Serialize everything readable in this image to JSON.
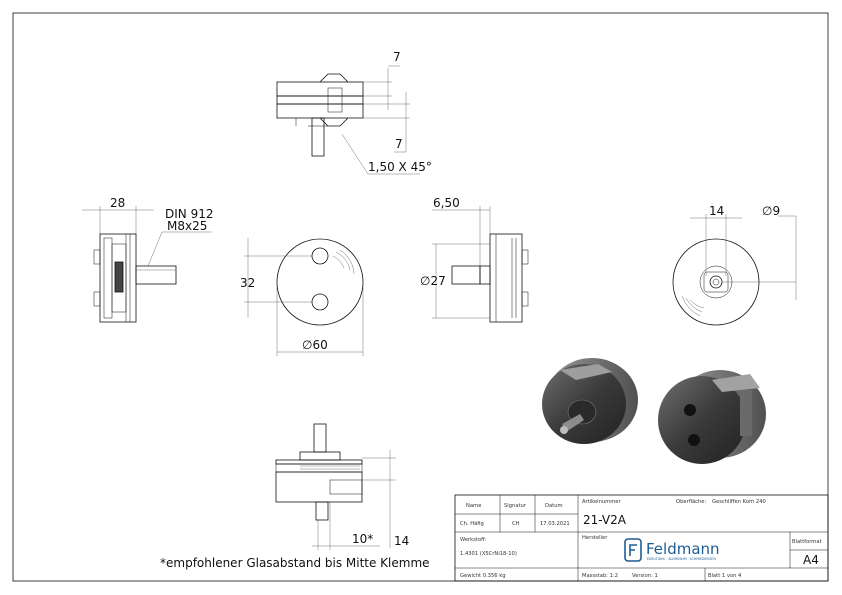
{
  "dimensions": {
    "top_view_height_a": "7",
    "top_view_height_b": "7",
    "chamfer": "1,50 X 45°",
    "side_width": "28",
    "screw_line1": "DIN 912",
    "screw_line2": "M8x25",
    "hole_spacing": "32",
    "outer_diameter": "∅60",
    "thread_offset": "6,50",
    "pin_diameter": "∅27",
    "dim_14_back": "14",
    "bore_diameter": "∅9",
    "glass_gap": "10*",
    "clamp_height": "14"
  },
  "footnote": "*empfohlener Glasabstand bis Mitte Klemme",
  "title_block": {
    "name_label": "Name",
    "signature_label": "Signatur",
    "date_label": "Datum",
    "name_value": "Ch. Häfig",
    "signature_value": "CH",
    "date_value": "17.03.2021",
    "article_label": "Artikelnummer",
    "article_value": "21-V2A",
    "surface_label": "Oberfläche:",
    "surface_value": "Geschliffen Korn 240",
    "material_label": "Werkstoff:",
    "material_value": "1.4301 (X5CrNi18-10)",
    "manufacturer_label": "Hersteller",
    "manufacturer_logo": "Feldmann",
    "manufacturer_tagline": "EDELSTAHL · ALUMINIUM · SCHMIEDEEISEN",
    "format_label": "Blattformat",
    "format_value": "A4",
    "weight": "Gewicht 0.356 kg",
    "scale": "Massstab: 1:2",
    "version": "Version: 1",
    "sheet": "Blatt 1 von 4"
  },
  "colors": {
    "line": "#111111",
    "render_body": "#3e3e3e",
    "render_highlight": "#8a8a8a",
    "logo_blue": "#1d5d93"
  }
}
